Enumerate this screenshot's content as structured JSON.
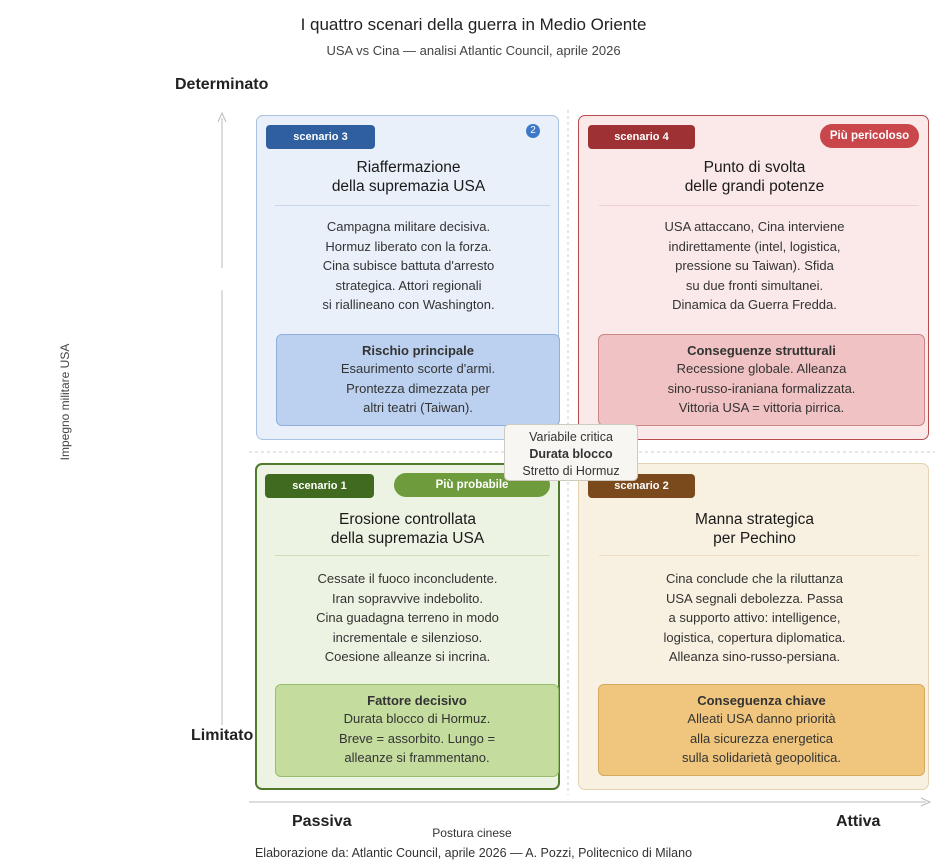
{
  "header": {
    "title": "I quattro scenari della guerra in Medio Oriente",
    "subtitle": "USA vs Cina — analisi Atlantic Council, aprile 2026"
  },
  "axes": {
    "y_top": "Determinato",
    "y_bottom": "Limitato",
    "y_label": "Impegno militare USA",
    "x_left": "Passiva",
    "x_right": "Attiva",
    "x_label": "Postura cinese"
  },
  "scenarios": {
    "s3": {
      "tag": "scenario 3",
      "badge": "2",
      "title": [
        "Riaffermazione",
        "della supremazia USA"
      ],
      "body": [
        "Campagna militare decisiva.",
        "Hormuz liberato con la forza.",
        "Cina subisce battuta d'arresto",
        "strategica. Attori regionali",
        "si riallineano con Washington."
      ],
      "box_title": "Rischio principale",
      "box_body": [
        "Esaurimento scorte d'armi.",
        "Prontezza dimezzata per",
        "altri teatri (Taiwan)."
      ],
      "colors": {
        "card_bg": "#e9f0fa",
        "border": "#a9c2e2",
        "tag": "#2f5f9e",
        "box_bg": "#bcd1ef",
        "box_border": "#8fb0dc"
      }
    },
    "s4": {
      "tag": "scenario 4",
      "pill": "Più pericoloso",
      "title": [
        "Punto di svolta",
        "delle grandi potenze"
      ],
      "body": [
        "USA attaccano, Cina interviene",
        "indirettamente (intel, logistica,",
        "pressione su Taiwan). Sfida",
        "su due fronti simultanei.",
        "Dinamica da Guerra Fredda."
      ],
      "box_title": "Conseguenze strutturali",
      "box_body": [
        "Recessione globale. Alleanza",
        "sino-russo-iraniana formalizzata.",
        "Vittoria USA = vittoria pirrica."
      ],
      "colors": {
        "card_bg": "#fbe9ea",
        "border": "#b84a4c",
        "tag": "#9e3133",
        "pill": "#c9474a",
        "box_bg": "#f0c2c3",
        "box_border": "#c98588"
      }
    },
    "s1": {
      "tag": "scenario 1",
      "pill": "Più probabile",
      "title": [
        "Erosione controllata",
        "della supremazia USA"
      ],
      "body": [
        "Cessate il fuoco inconcludente.",
        "Iran sopravvive indebolito.",
        "Cina guadagna terreno in modo",
        "incrementale e silenzioso.",
        "Coesione alleanze si incrina."
      ],
      "box_title": "Fattore decisivo",
      "box_body": [
        "Durata blocco di Hormuz.",
        "Breve = assorbito. Lungo =",
        "alleanze si frammentano."
      ],
      "colors": {
        "card_bg": "#edf3e3",
        "border": "#4f7a2c",
        "tag": "#3f6a1f",
        "pill": "#6e9b3c",
        "box_bg": "#c4dc9e",
        "box_border": "#98bd70"
      }
    },
    "s2": {
      "tag": "scenario 2",
      "title": [
        "Manna strategica",
        "per Pechino"
      ],
      "body": [
        "Cina conclude che la riluttanza",
        "USA segnali debolezza. Passa",
        "a supporto attivo: intelligence,",
        "logistica, copertura diplomatica.",
        "Alleanza sino-russo-persiana."
      ],
      "box_title": "Conseguenza chiave",
      "box_body": [
        "Alleati USA danno priorità",
        "alla sicurezza energetica",
        "sulla solidarietà geopolitica."
      ],
      "colors": {
        "card_bg": "#f8f0e0",
        "border": "#e3d3b0",
        "tag": "#7a4a1c",
        "box_bg": "#f0c67e",
        "box_border": "#d7a95c"
      }
    }
  },
  "critical_variable": {
    "line1": "Variabile critica",
    "line2": "Durata blocco",
    "line3": "Stretto di Hormuz"
  },
  "footer": "Elaborazione da: Atlantic Council, aprile 2026 — A. Pozzi, Politecnico di Milano"
}
